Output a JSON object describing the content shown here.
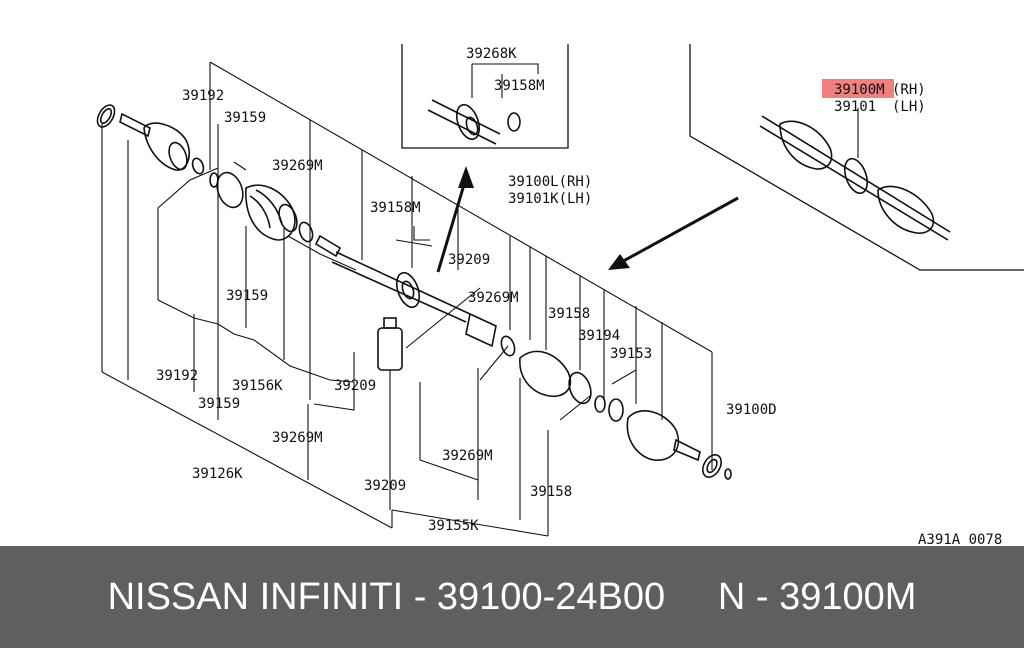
{
  "diagram": {
    "figure_code": "A391A 0078",
    "highlight_color": "#f08080",
    "inset_right": {
      "part_rh": "39100M",
      "rh": "(RH)",
      "part_lh": "39101",
      "lh": "(LH)"
    },
    "inset_top": {
      "label_a": "39268K",
      "label_b": "39158M"
    },
    "labels": {
      "l39192_top": "39192",
      "l39159_top": "39159",
      "l39269M_top": "39269M",
      "l39158M_mid": "39158M",
      "l39209_mid": "39209",
      "l39100L_rh": "39100L(RH)",
      "l39101K_lh": "39101K(LH)",
      "l39269M_mid": "39269M",
      "l39158_right": "39158",
      "l39194": "39194",
      "l39153": "39153",
      "l39159_mid": "39159",
      "l39192_low": "39192",
      "l39156K": "39156K",
      "l39209_low": "39209",
      "l39159_low": "39159",
      "l39269M_low": "39269M",
      "l39100D": "39100D",
      "l39269M_bottom": "39269M",
      "l39126K": "39126K",
      "l39209_bottom": "39209",
      "l39158_bottom": "39158",
      "l39155K": "39155K"
    }
  },
  "footer": {
    "text": "NISSAN INFINITI - 39100-24B00     N - 39100M"
  }
}
